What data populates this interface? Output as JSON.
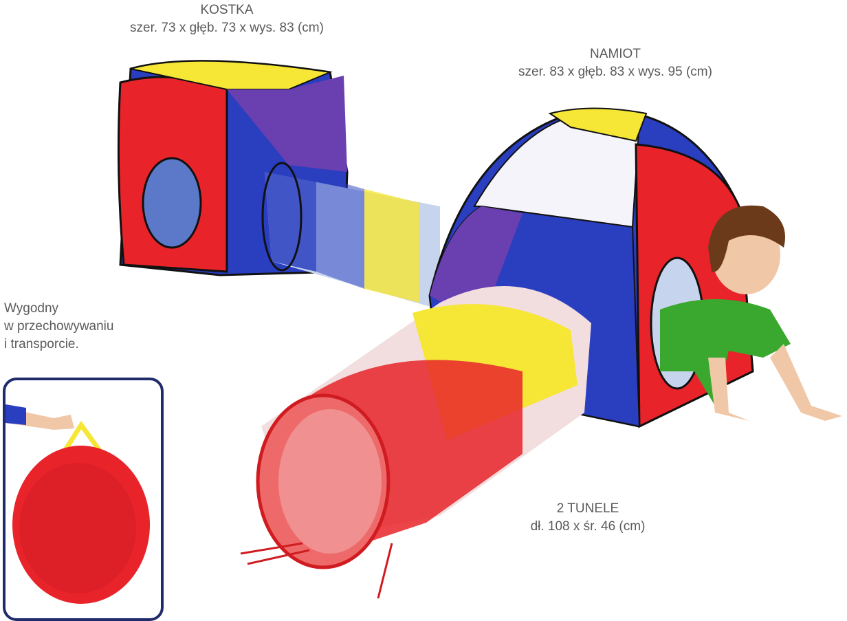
{
  "kostka": {
    "title": "KOSTKA",
    "dims": "szer. 73 x głęb. 73 x wys. 83 (cm)"
  },
  "namiot": {
    "title": "NAMIOT",
    "dims": "szer. 83 x głęb. 83 x wys. 95 (cm)"
  },
  "tunele": {
    "title": "2 TUNELE",
    "dims": "dł. 108  x śr. 46 (cm)"
  },
  "storage": {
    "lines": [
      "Wygodny",
      "w przechowywaniu",
      "i transporcie."
    ]
  },
  "colors": {
    "red": "#e8242a",
    "blue": "#2a3ec0",
    "yellow": "#f6e636",
    "purple": "#6a3fb0",
    "frame": "#1f2b6b",
    "green": "#3aa82e"
  }
}
